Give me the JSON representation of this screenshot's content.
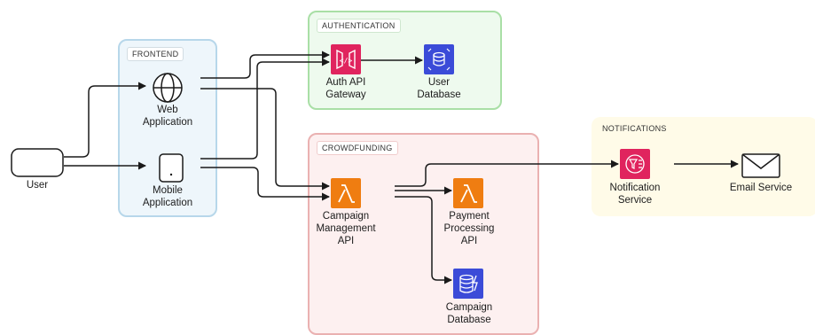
{
  "groups": {
    "frontend": "FRONTEND",
    "authentication": "AUTHENTICATION",
    "crowdfunding": "CROWDFUNDING",
    "notifications": "NOTIFICATIONS"
  },
  "nodes": {
    "user": "User",
    "web_app": "Web\nApplication",
    "mobile_app": "Mobile\nApplication",
    "auth_api": "Auth API\nGateway",
    "user_db": "User\nDatabase",
    "campaign_api": "Campaign\nManagement\nAPI",
    "payment_api": "Payment\nProcessing\nAPI",
    "campaign_db": "Campaign\nDatabase",
    "notification": "Notification\nService",
    "email": "Email Service"
  },
  "icons": {
    "user": "user-device-icon",
    "web_app": "globe-icon",
    "mobile_app": "mobile-phone-icon",
    "auth_api": "api-gateway-icon",
    "user_db": "rds-database-icon",
    "campaign_api": "lambda-icon",
    "payment_api": "lambda-icon",
    "campaign_db": "dynamodb-icon",
    "notification": "sns-icon",
    "email": "envelope-icon"
  },
  "colors": {
    "lambda": "#ef7d11",
    "api_gateway": "#e0245e",
    "database": "#3b4bd8",
    "sns": "#e0245e",
    "frontend_bg": "#eef6fb",
    "auth_bg": "#eefaee",
    "crowd_bg": "#fdf0f0",
    "notif_bg": "#fffbe8",
    "edge": "#1a1a1a"
  },
  "edges": [
    {
      "from": "User",
      "to": "Web Application"
    },
    {
      "from": "User",
      "to": "Mobile Application"
    },
    {
      "from": "Web Application",
      "to": "Auth API Gateway"
    },
    {
      "from": "Web Application",
      "to": "Campaign Management API"
    },
    {
      "from": "Mobile Application",
      "to": "Auth API Gateway"
    },
    {
      "from": "Mobile Application",
      "to": "Campaign Management API"
    },
    {
      "from": "Auth API Gateway",
      "to": "User Database"
    },
    {
      "from": "Campaign Management API",
      "to": "Payment Processing API"
    },
    {
      "from": "Campaign Management API",
      "to": "Campaign Database"
    },
    {
      "from": "Campaign Management API",
      "to": "Notification Service"
    },
    {
      "from": "Notification Service",
      "to": "Email Service"
    }
  ]
}
